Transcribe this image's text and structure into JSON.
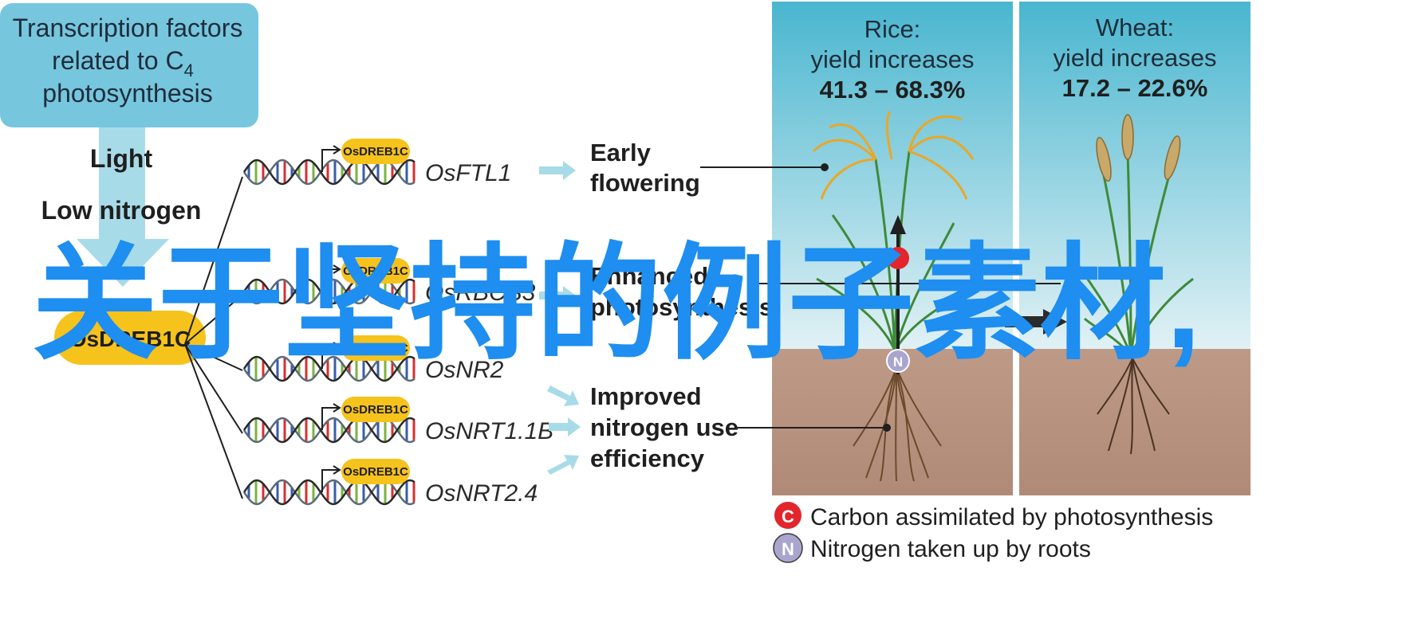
{
  "colors": {
    "tf_box": "#76c6de",
    "pill": "#f6c21c",
    "sky_top": "#49b6cf",
    "sky_bottom": "#e1f1f5",
    "soil": "#b99583",
    "carbon": "#e2262b",
    "nitrogen": "#a9a5cf",
    "arrow": "#a8dbe8",
    "dna_blue": "#3a5da8",
    "dna_green": "#7cb342",
    "dna_red": "#d8302e",
    "overlay": "#1e8ef0"
  },
  "tf_box": {
    "line1": "Transcription factors",
    "line2": "related to C",
    "subscript": "4",
    "line3": "photosynthesis"
  },
  "inputs": {
    "light": "Light",
    "low_nitrogen": "Low nitrogen"
  },
  "main_pill": "OsDREB1C",
  "genes": [
    {
      "pill": "OsDREB1C",
      "name": "OsFTL1"
    },
    {
      "pill": "OsDREB1C",
      "name": "OsRBCS3"
    },
    {
      "pill": "OsDREB1C",
      "name": "OsNR2"
    },
    {
      "pill": "OsDREB1C",
      "name": "OsNRT1.1B"
    },
    {
      "pill": "OsDREB1C",
      "name": "OsNRT2.4"
    }
  ],
  "outcomes": {
    "early": {
      "line1": "Early",
      "line2": "flowering"
    },
    "enhanced": {
      "line1": "Enhanced",
      "line2": "photosynthesis"
    },
    "nitrogen": {
      "line1": "Improved",
      "line2": "nitrogen use",
      "line3": "efficiency"
    }
  },
  "panels": {
    "rice": {
      "crop": "Rice:",
      "label": "yield increases",
      "value": "41.3 – 68.3%"
    },
    "wheat": {
      "crop": "Wheat:",
      "label": "yield increases",
      "value": "17.2 – 22.6%"
    }
  },
  "legend": {
    "carbon": {
      "symbol": "C",
      "text": "Carbon assimilated by photosynthesis"
    },
    "nitrogen": {
      "symbol": "N",
      "text": "Nitrogen taken up by roots"
    }
  },
  "overlay_text": "关于坚持的例子素材,"
}
